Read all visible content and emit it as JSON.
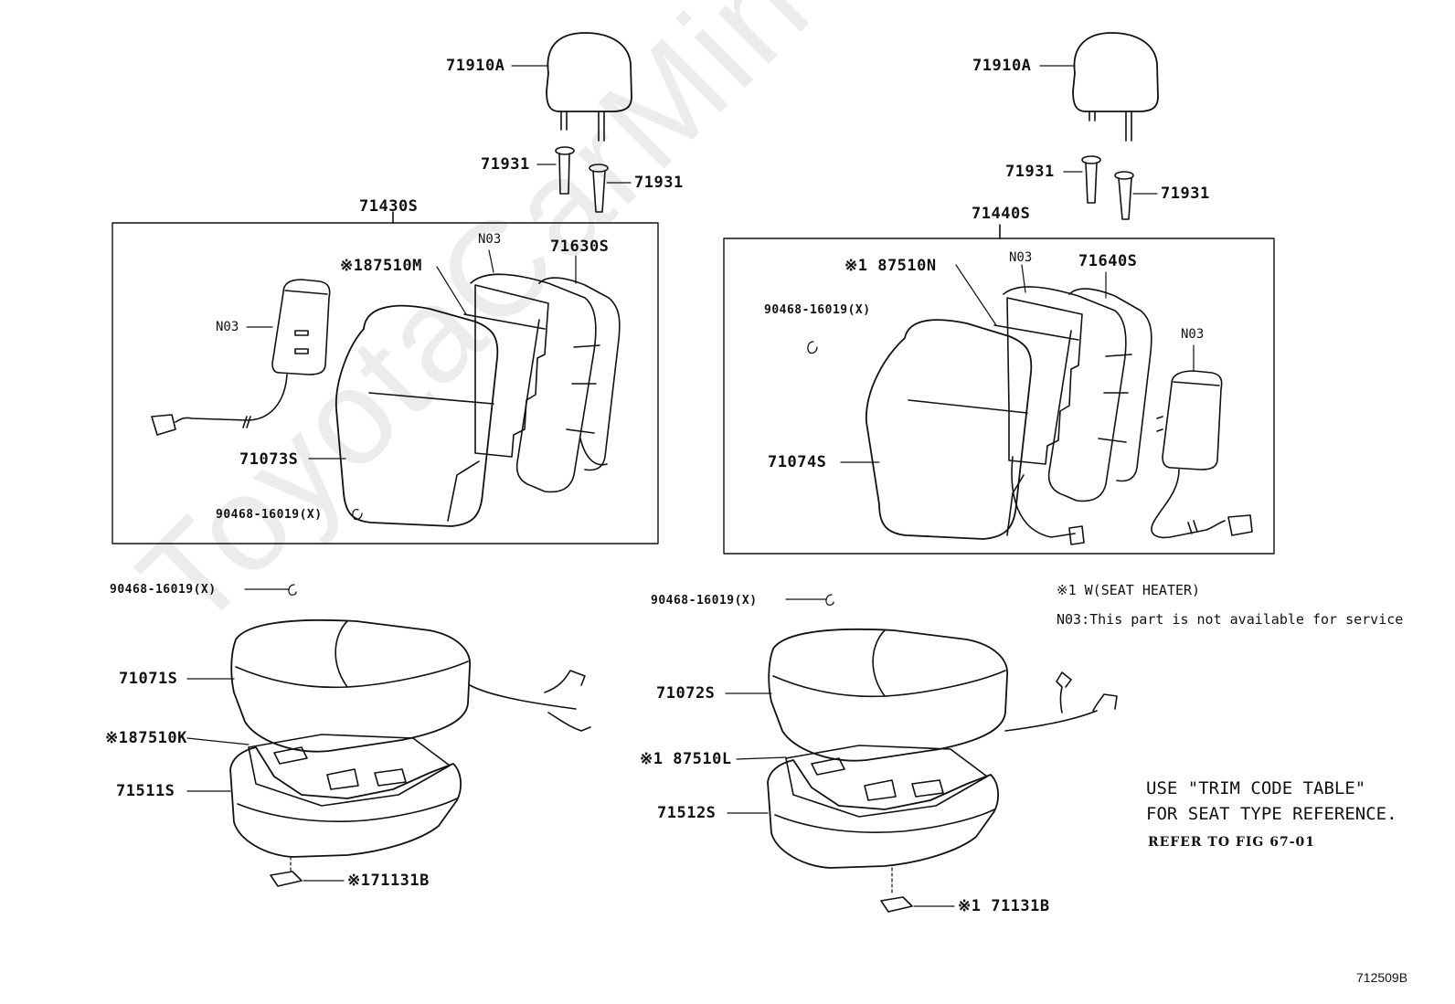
{
  "watermark": "ToyotaCarMine.ru",
  "left_assembly": {
    "headrest": "71910A",
    "support_a": "71931",
    "support_b": "71931",
    "back_assy": "71430S",
    "back_frame": "71630S",
    "pad_heater": "※187510M",
    "pad_heater_nd": "N03",
    "airbag_nd": "N03",
    "back_cover": "71073S",
    "hog_ring_back": "90468-16019(X)",
    "hog_ring_cushion": "90468-16019(X)",
    "cushion_cover": "71071S",
    "cushion_heater": "※187510K",
    "cushion_pad": "71511S",
    "bracket": "※171131B"
  },
  "right_assembly": {
    "headrest": "71910A",
    "support_a": "71931",
    "support_b": "71931",
    "back_assy": "71440S",
    "back_frame": "71640S",
    "pad_heater": "※1 87510N",
    "pad_heater_nd": "N03",
    "airbag_nd": "N03",
    "hog_ring_back": "90468-16019(X)",
    "back_cover": "71074S",
    "hog_ring_cushion": "90468-16019(X)",
    "cushion_cover": "71072S",
    "cushion_heater": "※1 87510L",
    "cushion_pad": "71512S",
    "bracket": "※1 71131B"
  },
  "notes": {
    "seat_heater": "※1 W(SEAT HEATER)",
    "not_available": "N03:This part is not available for service",
    "trim_line1": "USE \"TRIM CODE TABLE\"",
    "trim_line2": "FOR SEAT TYPE REFERENCE.",
    "refer": "REFER TO FIG 67-01"
  },
  "figure_code": "712509B"
}
